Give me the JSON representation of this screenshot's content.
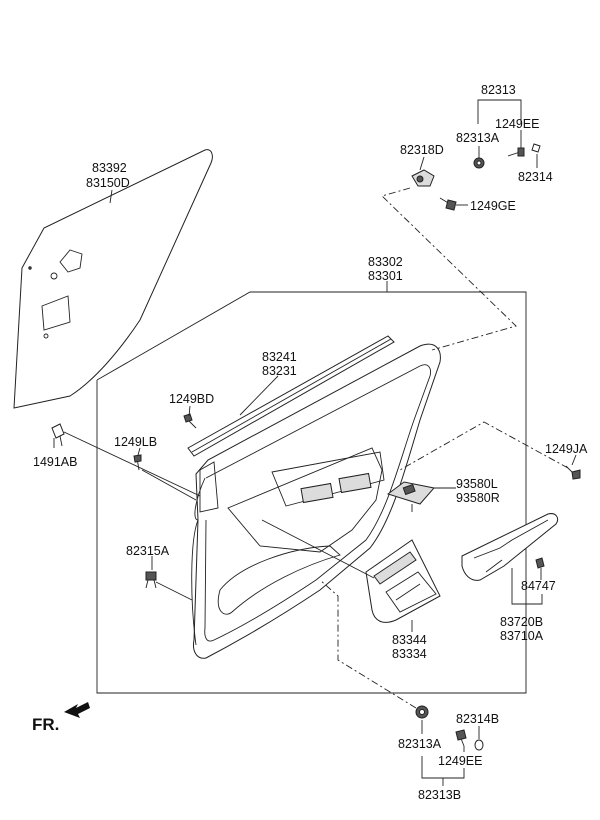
{
  "labels": {
    "p82313": "82313",
    "p1249EE_top": "1249EE",
    "p82313A_top": "82313A",
    "p82318D": "82318D",
    "p82314": "82314",
    "p1249GE": "1249GE",
    "p83392": "83392",
    "p83150D": "83150D",
    "p83302": "83302",
    "p83301": "83301",
    "p83241": "83241",
    "p83231": "83231",
    "p1249BD": "1249BD",
    "p1249LB": "1249LB",
    "p1491AB": "1491AB",
    "p1249JA": "1249JA",
    "p93580L": "93580L",
    "p93580R": "93580R",
    "p82315A": "82315A",
    "p84747": "84747",
    "p83720B": "83720B",
    "p83710A": "83710A",
    "p83344": "83344",
    "p83334": "83334",
    "p82314B": "82314B",
    "p82313A_bot": "82313A",
    "p1249EE_bot": "1249EE",
    "p82313B": "82313B",
    "fr": "FR."
  }
}
